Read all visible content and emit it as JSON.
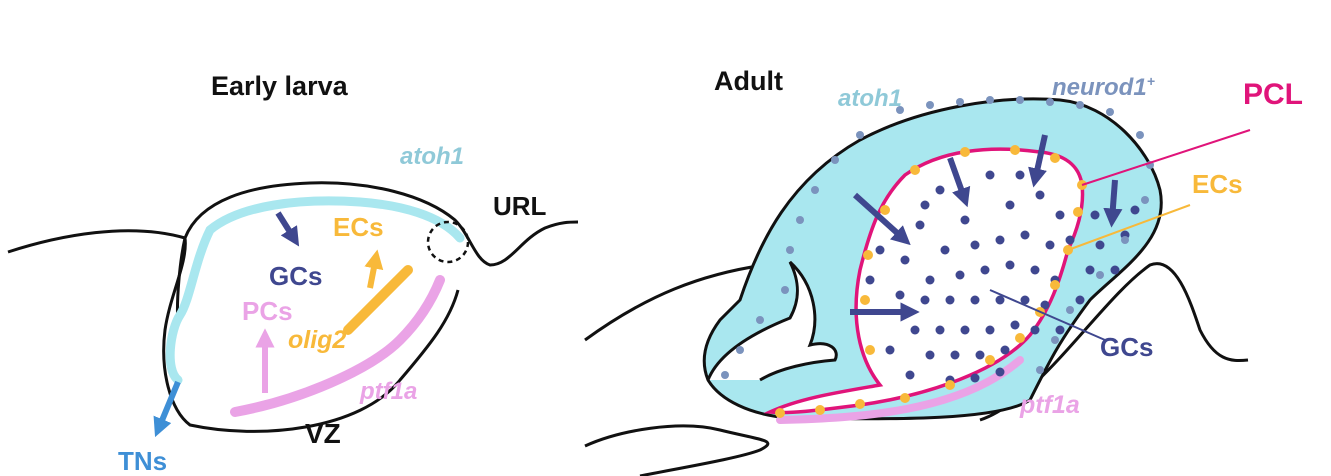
{
  "colors": {
    "outline": "#111111",
    "cyan": "#a9e7ef",
    "cyan_text": "#8fc9d8",
    "gc_navy": "#3f478f",
    "ec_orange": "#f8b93a",
    "pc_pink": "#eaa3e6",
    "pcl_magenta": "#e0147a",
    "tn_blue": "#3e8fd6",
    "neurod_blue": "#7b93bd"
  },
  "left_panel": {
    "title": "Early larva",
    "labels": {
      "atoh1": "atoh1",
      "url": "URL",
      "ecs": "ECs",
      "gcs": "GCs",
      "pcs": "PCs",
      "olig2": "olig2",
      "ptf1a": "ptf1a",
      "vz": "VZ",
      "tns": "TNs"
    }
  },
  "right_panel": {
    "title": "Adult",
    "labels": {
      "atoh1": "atoh1",
      "neurod1": "neurod1",
      "neurod1_sup": "+",
      "pcl": "PCL",
      "ecs": "ECs",
      "gcs": "GCs",
      "ptf1a": "ptf1a"
    }
  }
}
